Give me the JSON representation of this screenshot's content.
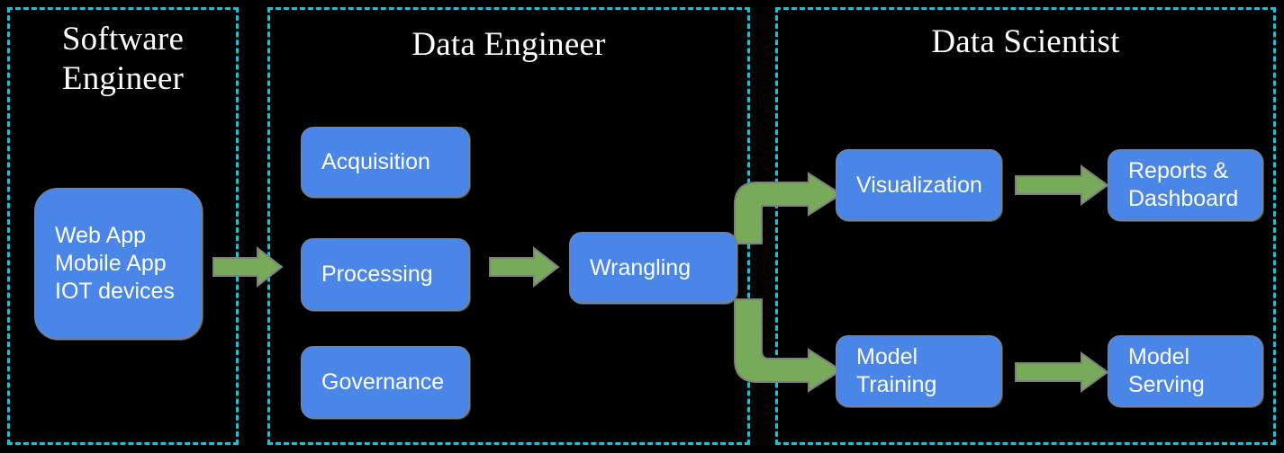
{
  "diagram": {
    "title_font_style": "serif",
    "background_color": "#000000",
    "node_fill_color": "#4a86e8",
    "node_border_color": "#8a8071",
    "arrow_fill_color": "#77ab59",
    "arrow_border_color": "#7f7f7f",
    "panel_border_color": "#08c8dc",
    "text_color": "#ffffff"
  },
  "panels": [
    {
      "id": "software-engineer",
      "title": "Software\nEngineer"
    },
    {
      "id": "data-engineer",
      "title": "Data Engineer"
    },
    {
      "id": "data-scientist",
      "title": "Data Scientist"
    }
  ],
  "nodes": [
    {
      "id": "sources",
      "label": "Web App\nMobile App\nIOT devices"
    },
    {
      "id": "acquisition",
      "label": "Acquisition"
    },
    {
      "id": "processing",
      "label": "Processing"
    },
    {
      "id": "governance",
      "label": "Governance"
    },
    {
      "id": "wrangling",
      "label": "Wrangling"
    },
    {
      "id": "visualization",
      "label": "Visualization"
    },
    {
      "id": "reports",
      "label": "Reports &\nDashboard"
    },
    {
      "id": "model-training",
      "label": "Model\nTraining"
    },
    {
      "id": "model-serving",
      "label": "Model\nServing"
    }
  ],
  "connectors": [
    {
      "id": "sources-to-processing",
      "from": "sources",
      "to": "processing",
      "kind": "straight-arrow"
    },
    {
      "id": "processing-to-wrangling",
      "from": "processing",
      "to": "wrangling",
      "kind": "straight-arrow"
    },
    {
      "id": "wrangling-to-visualization",
      "from": "wrangling",
      "to": "visualization",
      "kind": "elbow-arrow-up"
    },
    {
      "id": "wrangling-to-model-training",
      "from": "wrangling",
      "to": "model-training",
      "kind": "elbow-arrow-down"
    },
    {
      "id": "visualization-to-reports",
      "from": "visualization",
      "to": "reports",
      "kind": "straight-arrow"
    },
    {
      "id": "model-training-to-model-serving",
      "from": "model-training",
      "to": "model-serving",
      "kind": "straight-arrow"
    }
  ]
}
